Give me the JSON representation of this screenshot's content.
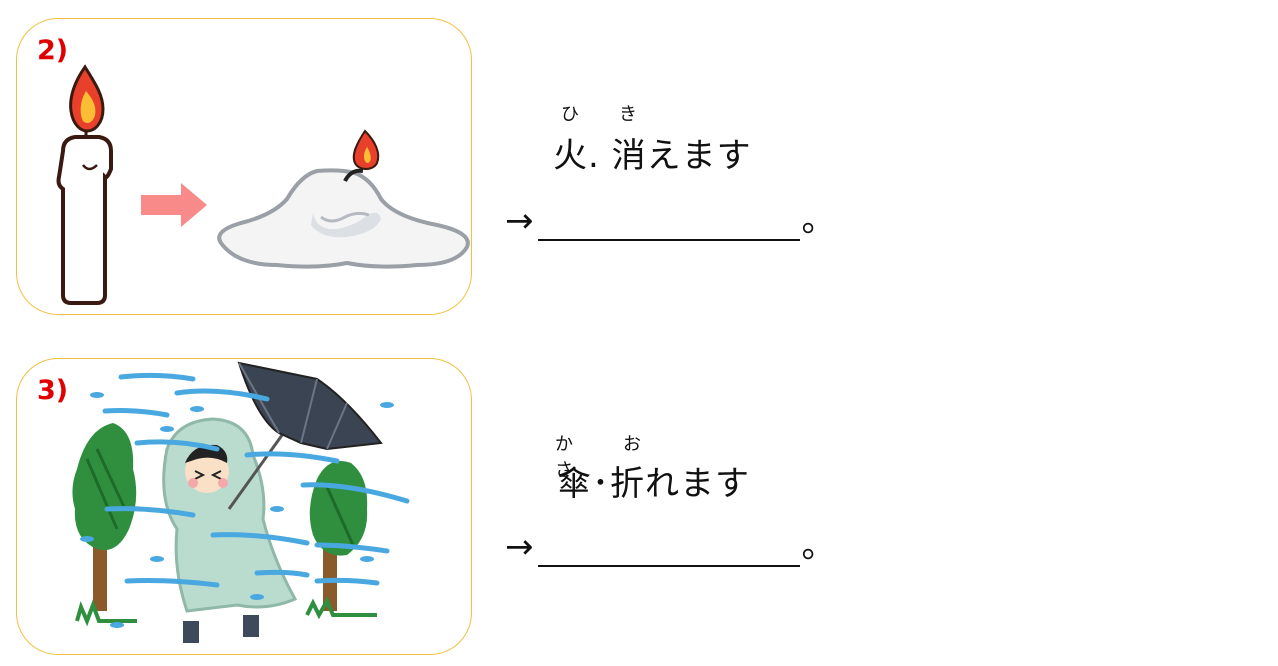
{
  "items": [
    {
      "number": "2)",
      "ruby": [
        "ひ",
        "き"
      ],
      "phrase": "火. 消えます",
      "arrow": "→",
      "period": "。",
      "icons": [
        "burning-candle-icon",
        "arrow-right-icon",
        "melted-candle-icon"
      ]
    },
    {
      "number": "3)",
      "ruby": [
        "かさ",
        "お"
      ],
      "phrase": "傘･折れます",
      "arrow": "→",
      "period": "。",
      "icons": [
        "storm-person-umbrella-icon"
      ]
    }
  ],
  "colors": {
    "card_border": "#f2c040",
    "number": "#e00000",
    "arrow_pink": "#f98a8a"
  }
}
